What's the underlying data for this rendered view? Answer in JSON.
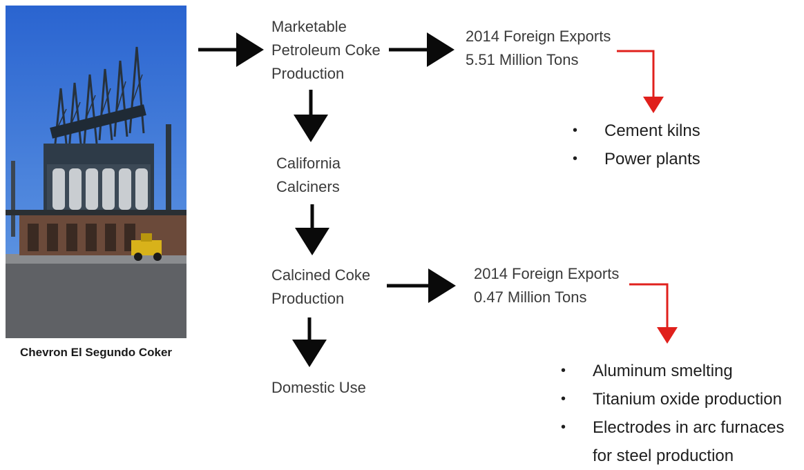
{
  "photo": {
    "caption": "Chevron El Segundo Coker",
    "colors": {
      "sky": "#2f6fd6",
      "structure": "#2d3a46",
      "ground": "#5c5e62",
      "vehicle": "#d8b21a"
    }
  },
  "nodes": {
    "marketable": "Marketable\nPetroleum Coke\nProduction",
    "calciners": "California\nCalciners",
    "calcined": "Calcined Coke\nProduction",
    "domestic": "Domestic Use",
    "exports_petcoke": "2014 Foreign Exports\n5.51 Million Tons",
    "exports_calcined": "2014 Foreign Exports\n0.47 Million Tons"
  },
  "uses_petcoke": [
    "Cement kilns",
    "Power plants"
  ],
  "uses_calcined": [
    "Aluminum smelting",
    "Titanium oxide production",
    "Electrodes in arc furnaces",
    "for steel production"
  ],
  "colors": {
    "arrow": "#0a0a0a",
    "elbow_arrow": "#e0201c"
  }
}
